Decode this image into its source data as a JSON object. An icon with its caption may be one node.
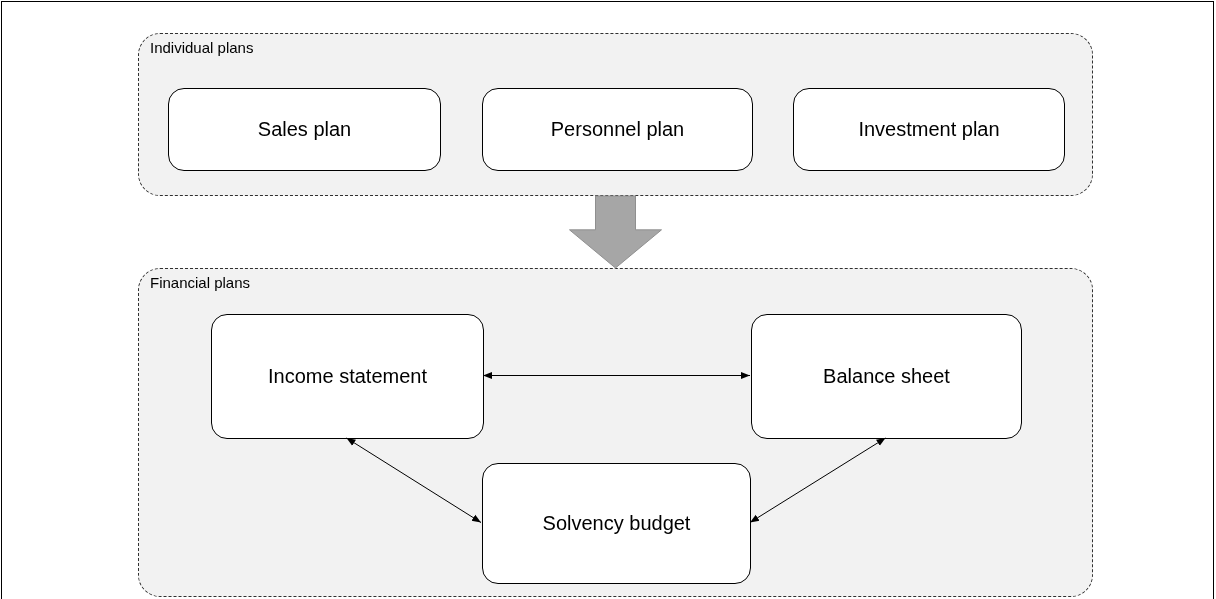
{
  "diagram": {
    "nodes": [
      {
        "text": [
          "Individual plans"
        ]
      },
      {
        "text": [
          "Sales plan"
        ],
        "in": 0
      },
      {
        "text": [
          "Personnel plan"
        ],
        "in": 0
      },
      {
        "text": [
          "Investment plan"
        ],
        "in": 0
      },
      {
        "text": [
          "Financial plans"
        ]
      },
      {
        "text": [
          "Income statement"
        ],
        "in": 4
      },
      {
        "text": [
          "Balance sheet"
        ],
        "in": 4
      },
      {
        "text": [
          "Solvency budget"
        ],
        "in": 4
      }
    ],
    "edges": [
      {
        "from": 0,
        "to": 4,
        "arrow": "to",
        "style": "thick",
        "color": "#a6a6a6"
      },
      {
        "from": 5,
        "to": 6,
        "arrow": "both"
      },
      {
        "from": 5,
        "to": 7,
        "arrow": "both"
      },
      {
        "from": 6,
        "to": 7,
        "arrow": "both"
      }
    ]
  }
}
